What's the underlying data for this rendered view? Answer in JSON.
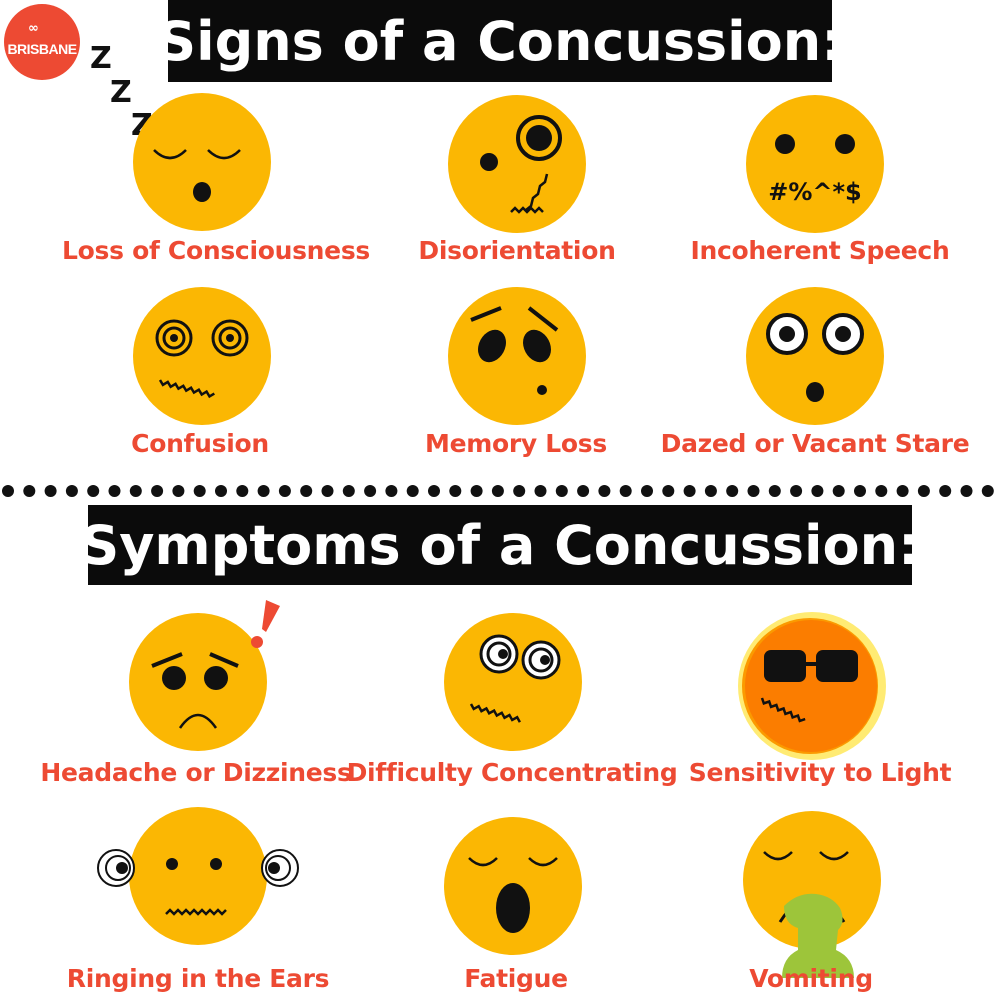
{
  "logo": {
    "brand": "BRISBANE"
  },
  "sleep_text": "Z",
  "signs": {
    "title": "Signs of a Concussion:",
    "items": [
      {
        "label": "Loss of Consciousness"
      },
      {
        "label": "Disorientation"
      },
      {
        "label": "Incoherent Speech"
      },
      {
        "label": "Confusion"
      },
      {
        "label": "Memory Loss"
      },
      {
        "label": "Dazed or Vacant Stare"
      }
    ]
  },
  "symptoms": {
    "title": "Symptoms of a Concussion:",
    "items": [
      {
        "label": "Headache or Dizziness"
      },
      {
        "label": "Difficulty Concentrating"
      },
      {
        "label": "Sensitivity to Light"
      },
      {
        "label": "Ringing in the Ears"
      },
      {
        "label": "Fatigue"
      },
      {
        "label": "Vomiting"
      }
    ]
  },
  "speech_symbols": "#%^*$",
  "colors": {
    "face": "#fbb703",
    "label": "#ed4a33",
    "banner": "#0b0b0b",
    "logo": "#ed4a33",
    "light_face": "#fb7d00",
    "light_glow": "#ffe85a",
    "vomit": "#9dc53a"
  },
  "icons": [
    "sleeping-face-icon",
    "disoriented-face-icon",
    "swearing-face-icon",
    "confused-face-icon",
    "memory-loss-face-icon",
    "dazed-face-icon",
    "headache-face-icon",
    "distracted-face-icon",
    "sunglasses-face-icon",
    "ringing-ears-face-icon",
    "yawning-face-icon",
    "vomiting-face-icon"
  ]
}
